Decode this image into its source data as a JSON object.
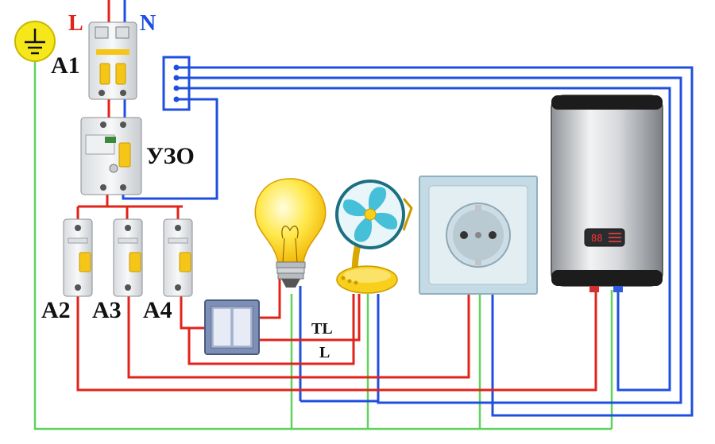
{
  "labels": {
    "phase": "L",
    "neutral": "N",
    "a1": "A1",
    "rcd": "УЗО",
    "a2": "A2",
    "a3": "A3",
    "a4": "A4",
    "tl": "TL",
    "l": "L"
  },
  "heater_display": "88",
  "colors": {
    "phase": "#e2231a",
    "neutral": "#1f4fe0",
    "ground": "#5ed35e",
    "breaker_handle": "#f5c518",
    "lamp_glass": "#ffe84a",
    "fan_blades": "#46c0d8",
    "fan_base": "#f8d01c",
    "socket_plate": "#d4e6ee",
    "switch_frame": "#7d8fb5",
    "heater_body": "#c9ccd0"
  },
  "icons": [
    "ground-symbol-icon",
    "breaker-icon",
    "rcd-icon",
    "bulb-icon",
    "fan-icon",
    "socket-icon",
    "light-switch-icon",
    "water-heater-icon",
    "neutral-bus-icon"
  ]
}
